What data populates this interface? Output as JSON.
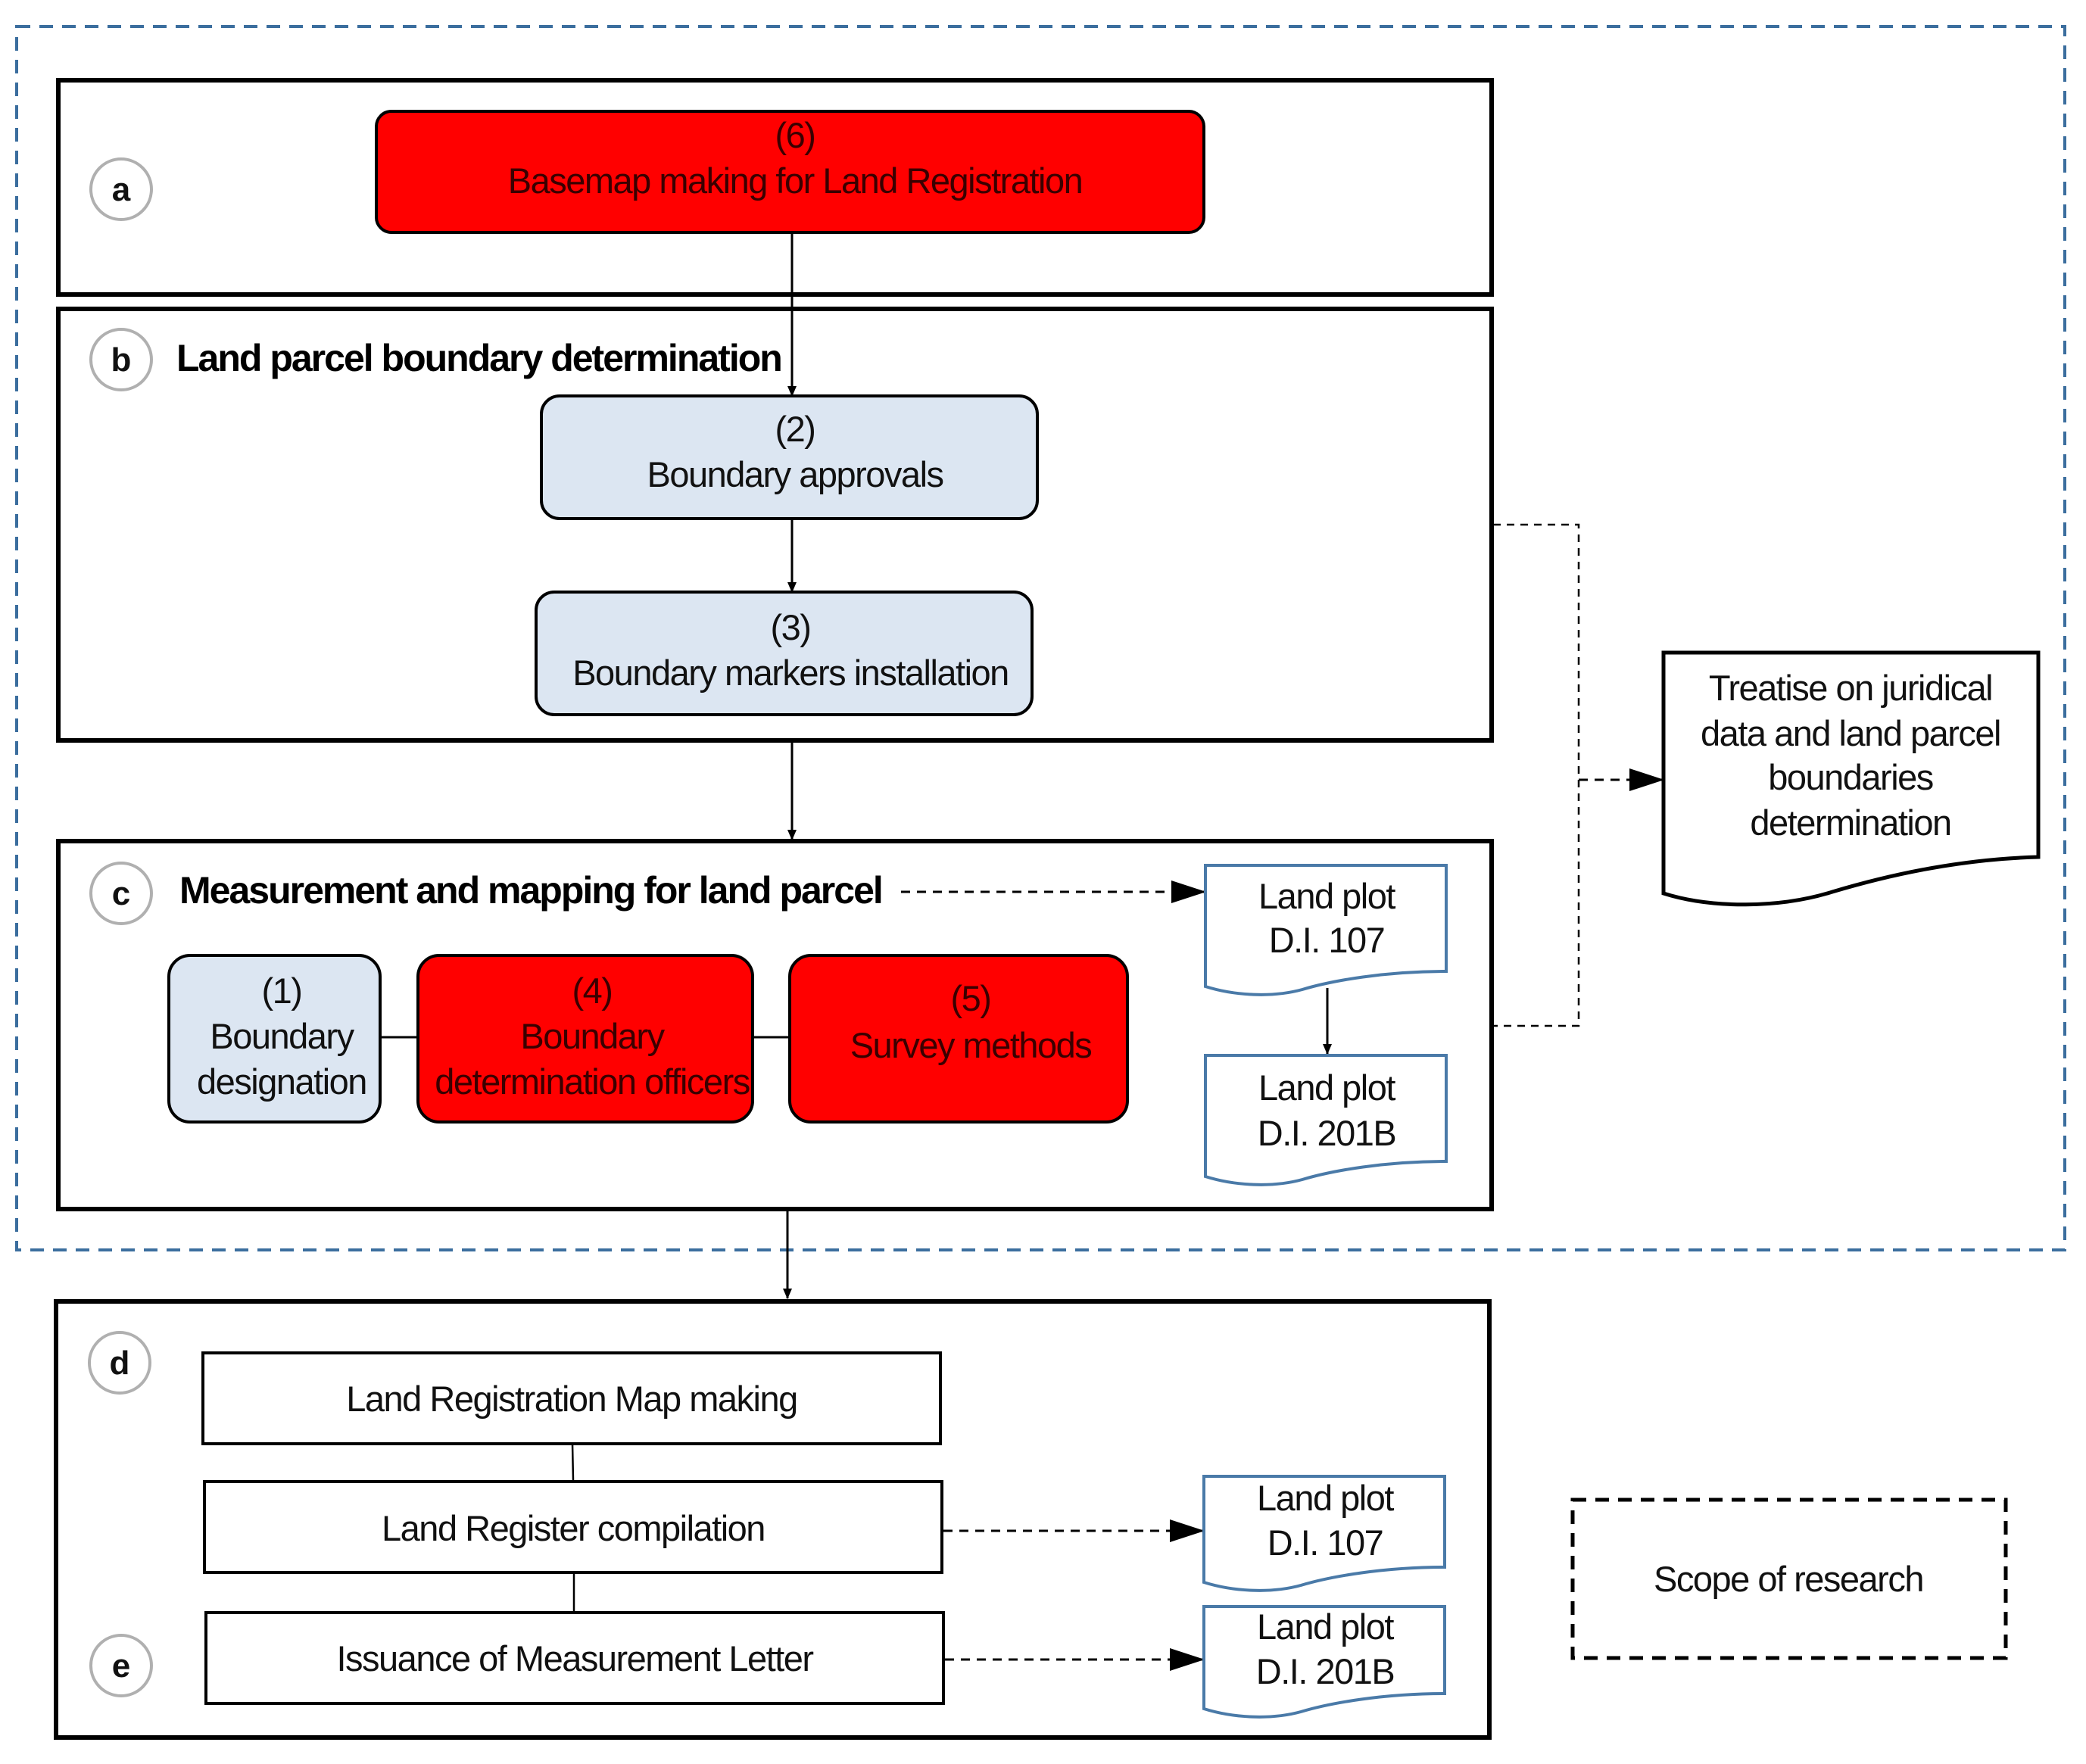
{
  "colors": {
    "red": "#ff0000",
    "light_blue": "#dce6f2",
    "doc_border": "#4a7aa8",
    "scope_border": "#3b6e9e",
    "line": "#000000"
  },
  "section_letters": {
    "a": "a",
    "b": "b",
    "c": "c",
    "d": "d",
    "e": "e"
  },
  "section_b": {
    "heading": "Land parcel boundary determination"
  },
  "section_c": {
    "heading": "Measurement and mapping for land parcel"
  },
  "steps": {
    "s6": {
      "num": "(6)",
      "label": "Basemap making for Land Registration"
    },
    "s2": {
      "num": "(2)",
      "label": "Boundary approvals"
    },
    "s3": {
      "num": "(3)",
      "label": "Boundary markers installation"
    },
    "s1": {
      "num": "(1)",
      "line1": "Boundary",
      "line2": "designation"
    },
    "s4": {
      "num": "(4)",
      "line1": "Boundary",
      "line2": "determination officers"
    },
    "s5": {
      "num": "(5)",
      "label": "Survey methods"
    }
  },
  "documents": {
    "c_doc1": {
      "line1": "Land plot",
      "line2": "D.I. 107"
    },
    "c_doc2": {
      "line1": "Land plot",
      "line2": "D.I. 201B"
    },
    "d_doc1": {
      "line1": "Land plot",
      "line2": "D.I. 107"
    },
    "d_doc2": {
      "line1": "Land plot",
      "line2": "D.I. 201B"
    }
  },
  "treatise": {
    "line1": "Treatise on juridical",
    "line2": "data and land parcel",
    "line3": "boundaries",
    "line4": "determination"
  },
  "section_d": {
    "map_making": "Land Registration Map making",
    "register": "Land Register compilation",
    "letter": "Issuance of Measurement Letter"
  },
  "legend": {
    "scope": "Scope of research"
  }
}
